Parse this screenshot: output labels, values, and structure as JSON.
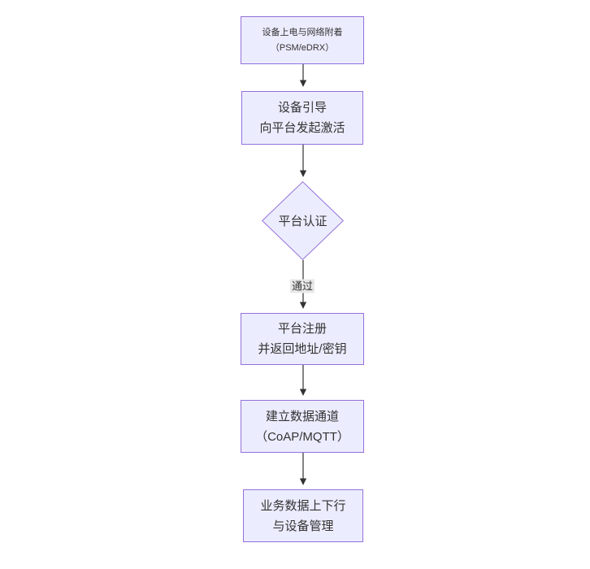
{
  "colors": {
    "node_fill": "#ECECFF",
    "node_border": "#9370DB",
    "text": "#333333",
    "arrow": "#333333",
    "edge_label_bg": "#e8e8e8"
  },
  "flowchart": {
    "nodes": [
      {
        "id": "device-power-attach",
        "shape": "rect",
        "lines": [
          "设备上电与网络附着",
          "（PSM/eDRX）"
        ]
      },
      {
        "id": "device-bootstrap",
        "shape": "rect",
        "lines": [
          "设备引导",
          "向平台发起激活"
        ]
      },
      {
        "id": "platform-auth",
        "shape": "diamond",
        "lines": [
          "平台认证"
        ]
      },
      {
        "id": "platform-register",
        "shape": "rect",
        "lines": [
          "平台注册",
          "并返回地址/密钥"
        ]
      },
      {
        "id": "data-channel",
        "shape": "rect",
        "lines": [
          "建立数据通道",
          "（CoAP/MQTT）"
        ]
      },
      {
        "id": "business-data",
        "shape": "rect",
        "lines": [
          "业务数据上下行",
          "与设备管理"
        ]
      }
    ],
    "edges": [
      {
        "from": "device-power-attach",
        "to": "device-bootstrap",
        "label": ""
      },
      {
        "from": "device-bootstrap",
        "to": "platform-auth",
        "label": ""
      },
      {
        "from": "platform-auth",
        "to": "platform-register",
        "label": "通过"
      },
      {
        "from": "platform-register",
        "to": "data-channel",
        "label": ""
      },
      {
        "from": "data-channel",
        "to": "business-data",
        "label": ""
      }
    ]
  }
}
